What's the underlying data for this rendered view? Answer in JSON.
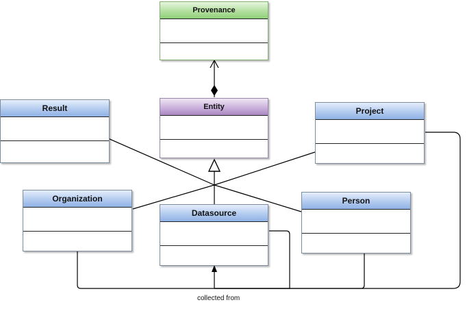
{
  "diagram": {
    "classes": {
      "provenance": {
        "name": "Provenance"
      },
      "entity": {
        "name": "Entity"
      },
      "result": {
        "name": "Result"
      },
      "project": {
        "name": "Project"
      },
      "organization": {
        "name": "Organization"
      },
      "datasource": {
        "name": "Datasource"
      },
      "person": {
        "name": "Person"
      }
    },
    "edge_labels": {
      "collected_from": "collected from"
    },
    "relations": [
      {
        "from": "Entity",
        "to": "Provenance",
        "kind": "composition"
      },
      {
        "from": "Result",
        "to": "Entity",
        "kind": "generalization"
      },
      {
        "from": "Project",
        "to": "Entity",
        "kind": "generalization"
      },
      {
        "from": "Organization",
        "to": "Entity",
        "kind": "generalization"
      },
      {
        "from": "Datasource",
        "to": "Entity",
        "kind": "generalization"
      },
      {
        "from": "Person",
        "to": "Entity",
        "kind": "generalization"
      },
      {
        "from": "Organization",
        "to": "Datasource",
        "kind": "association"
      },
      {
        "from": "Datasource",
        "to": "Datasource",
        "kind": "association"
      },
      {
        "from": "Person",
        "to": "Datasource",
        "kind": "association"
      },
      {
        "from": "Project",
        "to": "Datasource",
        "kind": "association"
      }
    ]
  }
}
